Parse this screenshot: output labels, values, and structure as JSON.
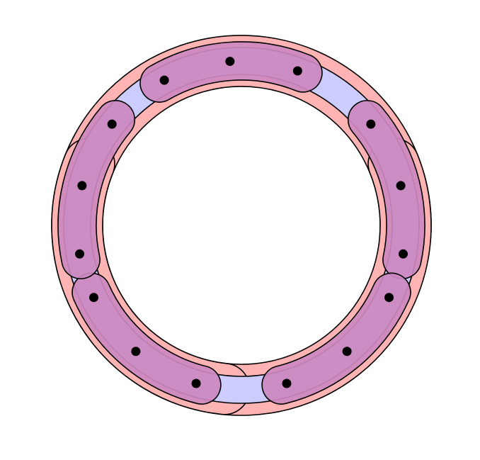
{
  "colors": {
    "background": "#ffffff",
    "outer_band_fill": "#ffb3b3",
    "inner_band_fill": "#ccccff",
    "group_fill": "#cc88c0",
    "stroke": "#000000",
    "node": "#000000"
  },
  "diagram": {
    "type": "cyclic-ring-hypergraph",
    "node_count": 15,
    "inner_groups": 5,
    "nodes_per_inner_group": 3,
    "outer_groups": 3
  }
}
